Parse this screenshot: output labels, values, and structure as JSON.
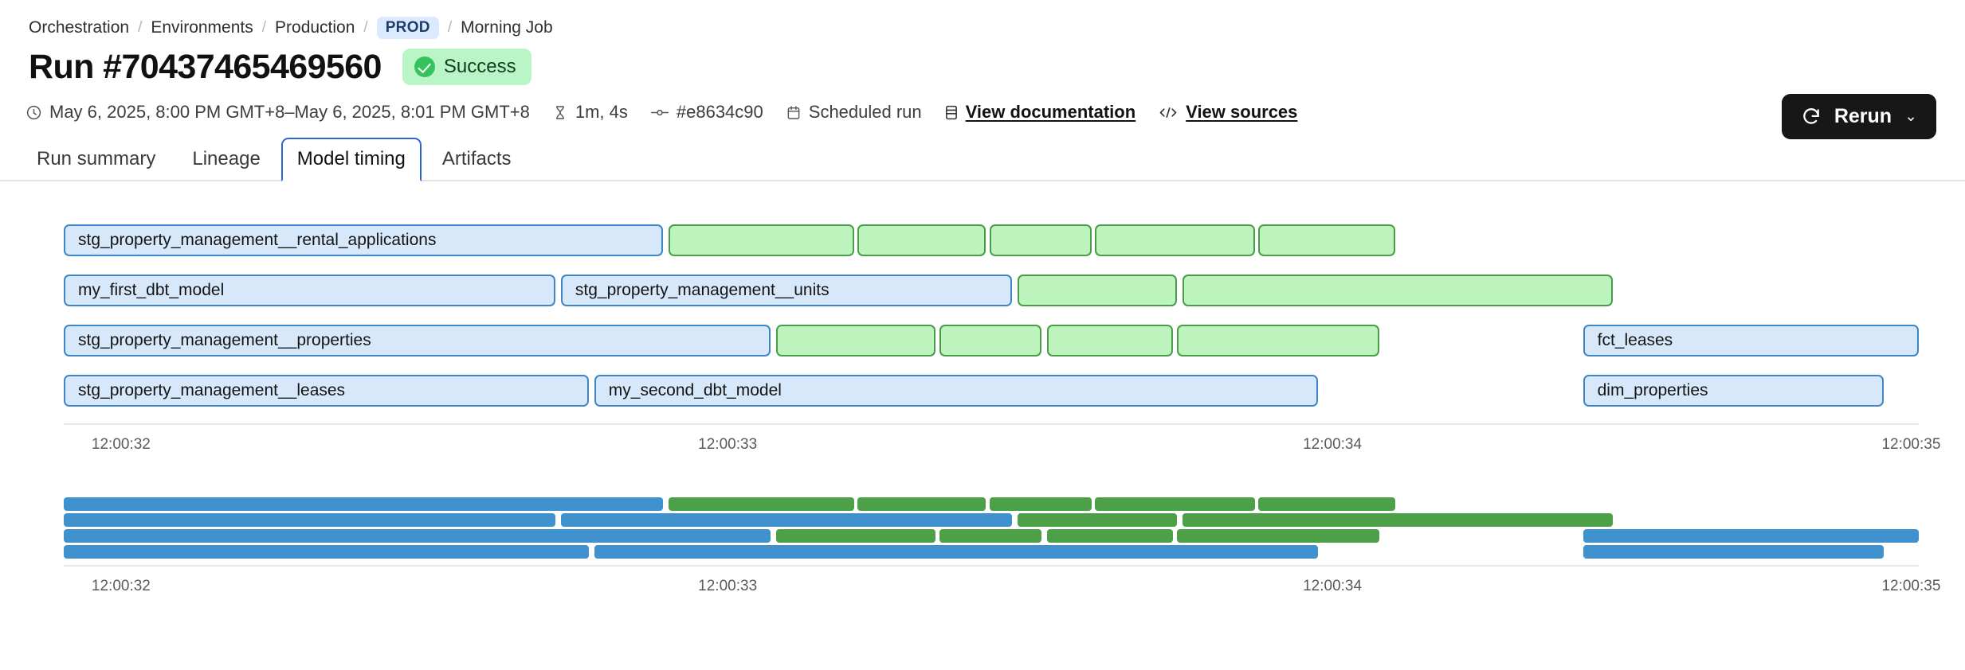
{
  "breadcrumb": {
    "items": [
      {
        "label": "Orchestration",
        "type": "link"
      },
      {
        "label": "Environments",
        "type": "link"
      },
      {
        "label": "Production",
        "type": "link"
      },
      {
        "label": "PROD",
        "type": "badge"
      },
      {
        "label": "Morning Job",
        "type": "text"
      }
    ],
    "separator": "/"
  },
  "header": {
    "title": "Run #70437465469560",
    "status": {
      "label": "Success",
      "icon": "check-circle-icon",
      "bg": "#b9f5c6",
      "accent": "#35c45c"
    },
    "rerun": {
      "label": "Rerun",
      "icon": "refresh-icon",
      "chevron": "⌄",
      "bg": "#171717"
    }
  },
  "meta": [
    {
      "icon": "clock-icon",
      "label": "May 6, 2025, 8:00 PM GMT+8–May 6, 2025, 8:01 PM GMT+8",
      "link": false
    },
    {
      "icon": "hourglass-icon",
      "label": "1m, 4s",
      "link": false
    },
    {
      "icon": "commit-icon",
      "label": "#e8634c90",
      "link": false
    },
    {
      "icon": "calendar-icon",
      "label": "Scheduled run",
      "link": false
    },
    {
      "icon": "book-icon",
      "label": "View documentation",
      "link": true
    },
    {
      "icon": "code-icon",
      "label": "View sources",
      "link": true
    }
  ],
  "tabs": [
    {
      "label": "Run summary",
      "active": false
    },
    {
      "label": "Lineage",
      "active": false
    },
    {
      "label": "Model timing",
      "active": true
    },
    {
      "label": "Artifacts",
      "active": false
    }
  ],
  "chart_data": {
    "type": "bar",
    "title": "Model timing",
    "xlabel": "",
    "ylabel": "",
    "axis_ticks": [
      "12:00:32",
      "12:00:33",
      "12:00:34",
      "12:00:35"
    ],
    "axis_tick_positions_pct": [
      1.5,
      34.2,
      66.8,
      98.0
    ],
    "colors": {
      "blue_fill": "#d7e8fb",
      "blue_border": "#3e86c9",
      "green_fill": "#bdf3bd",
      "green_border": "#4a9c49",
      "blue_solid": "#3f92cd",
      "green_solid": "#4ba048"
    },
    "labeled_rows": [
      {
        "row": 1,
        "bars": [
          {
            "label": "stg_property_management__rental_applications",
            "color": "blue",
            "left_pct": 0.0,
            "width_pct": 32.3
          },
          {
            "label": "",
            "color": "green",
            "left_pct": 32.6,
            "width_pct": 10.0
          },
          {
            "label": "",
            "color": "green",
            "left_pct": 42.8,
            "width_pct": 6.9
          },
          {
            "label": "",
            "color": "green",
            "left_pct": 49.9,
            "width_pct": 5.5
          },
          {
            "label": "",
            "color": "green",
            "left_pct": 55.6,
            "width_pct": 8.6
          },
          {
            "label": "",
            "color": "green",
            "left_pct": 64.4,
            "width_pct": 7.4
          }
        ]
      },
      {
        "row": 2,
        "bars": [
          {
            "label": "my_first_dbt_model",
            "color": "blue",
            "left_pct": 0.0,
            "width_pct": 26.5
          },
          {
            "label": "stg_property_management__units",
            "color": "blue",
            "left_pct": 26.8,
            "width_pct": 24.3
          },
          {
            "label": "",
            "color": "green",
            "left_pct": 51.4,
            "width_pct": 8.6
          },
          {
            "label": "",
            "color": "green",
            "left_pct": 60.3,
            "width_pct": 23.2
          }
        ]
      },
      {
        "row": 3,
        "bars": [
          {
            "label": "stg_property_management__properties",
            "color": "blue",
            "left_pct": 0.0,
            "width_pct": 38.1
          },
          {
            "label": "",
            "color": "green",
            "left_pct": 38.4,
            "width_pct": 8.6
          },
          {
            "label": "",
            "color": "green",
            "left_pct": 47.2,
            "width_pct": 5.5
          },
          {
            "label": "",
            "color": "green",
            "left_pct": 53.0,
            "width_pct": 6.8
          },
          {
            "label": "",
            "color": "green",
            "left_pct": 60.0,
            "width_pct": 10.9
          },
          {
            "label": "fct_leases",
            "color": "blue",
            "left_pct": 81.9,
            "width_pct": 18.1
          }
        ]
      },
      {
        "row": 4,
        "bars": [
          {
            "label": "stg_property_management__leases",
            "color": "blue",
            "left_pct": 0.0,
            "width_pct": 28.3
          },
          {
            "label": "my_second_dbt_model",
            "color": "blue",
            "left_pct": 28.6,
            "width_pct": 39.0
          },
          {
            "label": "dim_properties",
            "color": "blue",
            "left_pct": 81.9,
            "width_pct": 16.2
          }
        ]
      }
    ],
    "solid_rows": [
      {
        "row": 1,
        "bars": [
          {
            "color": "blue",
            "left_pct": 0.0,
            "width_pct": 32.3
          },
          {
            "color": "green",
            "left_pct": 32.6,
            "width_pct": 10.0
          },
          {
            "color": "green",
            "left_pct": 42.8,
            "width_pct": 6.9
          },
          {
            "color": "green",
            "left_pct": 49.9,
            "width_pct": 5.5
          },
          {
            "color": "green",
            "left_pct": 55.6,
            "width_pct": 8.6
          },
          {
            "color": "green",
            "left_pct": 64.4,
            "width_pct": 7.4
          }
        ]
      },
      {
        "row": 2,
        "bars": [
          {
            "color": "blue",
            "left_pct": 0.0,
            "width_pct": 26.5
          },
          {
            "color": "blue",
            "left_pct": 26.8,
            "width_pct": 24.3
          },
          {
            "color": "green",
            "left_pct": 51.4,
            "width_pct": 8.6
          },
          {
            "color": "green",
            "left_pct": 60.3,
            "width_pct": 23.2
          }
        ]
      },
      {
        "row": 3,
        "bars": [
          {
            "color": "blue",
            "left_pct": 0.0,
            "width_pct": 38.1
          },
          {
            "color": "green",
            "left_pct": 38.4,
            "width_pct": 8.6
          },
          {
            "color": "green",
            "left_pct": 47.2,
            "width_pct": 5.5
          },
          {
            "color": "green",
            "left_pct": 53.0,
            "width_pct": 6.8
          },
          {
            "color": "green",
            "left_pct": 60.0,
            "width_pct": 10.9
          },
          {
            "color": "blue",
            "left_pct": 81.9,
            "width_pct": 18.1
          }
        ]
      },
      {
        "row": 4,
        "bars": [
          {
            "color": "blue",
            "left_pct": 0.0,
            "width_pct": 28.3
          },
          {
            "color": "blue",
            "left_pct": 28.6,
            "width_pct": 39.0
          },
          {
            "color": "blue",
            "left_pct": 81.9,
            "width_pct": 16.2
          }
        ]
      }
    ]
  }
}
